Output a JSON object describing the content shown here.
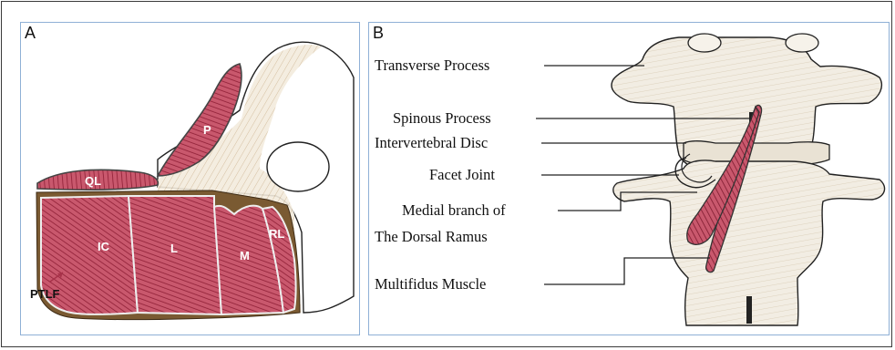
{
  "panel_a": {
    "letter": "A",
    "labels": {
      "ql": "QL",
      "p": "P",
      "ic": "IC",
      "l": "L",
      "m": "M",
      "rl": "RL",
      "ptlf": "PTLF"
    }
  },
  "panel_b": {
    "letter": "B",
    "labels": {
      "transverse_process": "Transverse Process",
      "spinous_process": "Spinous Process",
      "intervertebral_disc": "Intervertebral Disc",
      "facet_joint": "Facet Joint",
      "medial_branch_line1": "Medial branch of",
      "medial_branch_line2": "The Dorsal Ramus",
      "multifidus_muscle": "Multifidus Muscle"
    }
  },
  "colors": {
    "muscle": "#a8334a",
    "muscle_light": "#d9a3ad",
    "bone": "#f4efe6",
    "fascia": "#7a5a32",
    "panel_border": "#8fb0d6"
  }
}
